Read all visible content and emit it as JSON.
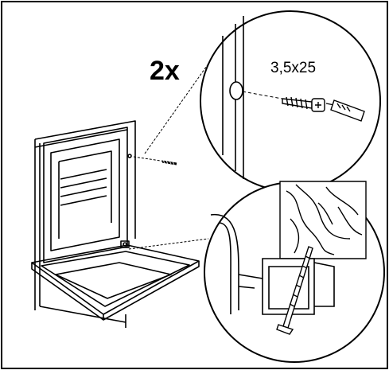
{
  "figure": {
    "quantity_label": "2x",
    "screw_size_label": "3,5x25",
    "colors": {
      "line": "#000000",
      "background": "#ffffff"
    },
    "icons": [
      "oven-illustration",
      "screw-detail-magnifier",
      "bracket-detail-magnifier",
      "screw-icon",
      "wood-panel"
    ]
  }
}
